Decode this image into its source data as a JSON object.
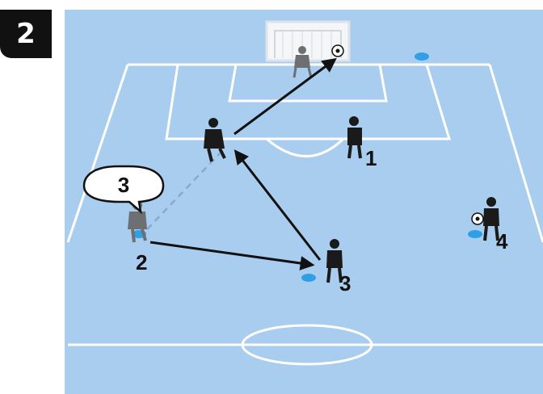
{
  "step_badge": "2",
  "speech_bubble": "3",
  "player_labels": {
    "p1": "1",
    "p2": "2",
    "p3": "3",
    "p4": "4"
  },
  "colors": {
    "pitch": "#a9cdee",
    "lines": "#ffffff",
    "player": "#1a1a1a",
    "goalkeeper": "#6d6f72",
    "cone": "#2f9fe6",
    "arrow": "#111111",
    "run_dashed": "#8aa8c8"
  },
  "icons": [
    "goal-icon",
    "ball-icon",
    "cone-icon",
    "player-icon",
    "goalkeeper-icon"
  ]
}
